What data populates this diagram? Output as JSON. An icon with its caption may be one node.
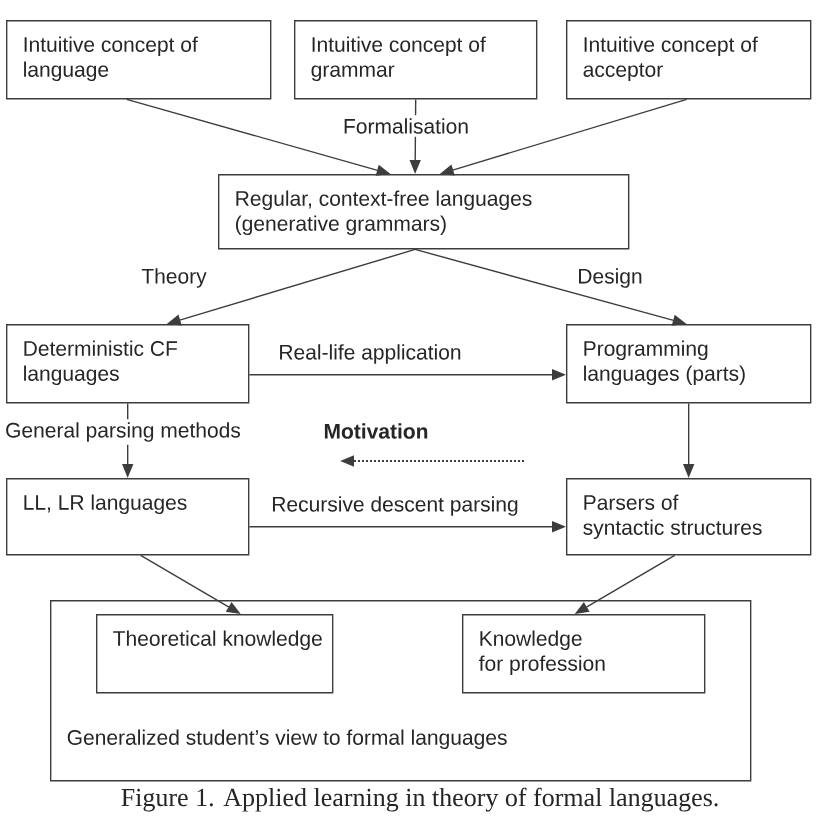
{
  "diagram": {
    "caption": "Figure 1. Applied learning in theory of formal languages.",
    "nodes": [
      {
        "text": [
          "Intuitive concept of language"
        ]
      },
      {
        "text": [
          "Intuitive concept of grammar"
        ]
      },
      {
        "text": [
          "Intuitive concept of acceptor"
        ]
      },
      {
        "text": [
          "Regular, context-free languages (generative grammars)"
        ]
      },
      {
        "text": [
          "Deterministic CF languages"
        ]
      },
      {
        "text": [
          "Programming languages (parts)"
        ]
      },
      {
        "text": [
          "LL, LR languages"
        ]
      },
      {
        "text": [
          "Parsers of syntactic structures"
        ]
      },
      {
        "text": [
          "Generalized student’s view to formal languages"
        ]
      },
      {
        "text": [
          "Theoretical knowledge"
        ],
        "in": 8
      },
      {
        "text": [
          "Knowledge for profession"
        ],
        "in": 8
      }
    ],
    "edges": [
      {
        "from": 0,
        "to": 3,
        "arrow": "to"
      },
      {
        "from": 1,
        "to": 3,
        "arrow": "to",
        "label": "Formalisation"
      },
      {
        "from": 2,
        "to": 3,
        "arrow": "to"
      },
      {
        "from": 3,
        "to": 4,
        "arrow": "to",
        "label": "Theory"
      },
      {
        "from": 3,
        "to": 5,
        "arrow": "to",
        "label": "Design"
      },
      {
        "from": 4,
        "to": 5,
        "arrow": "to",
        "label": "Real-life application"
      },
      {
        "from": 4,
        "to": 6,
        "arrow": "to",
        "label": "General parsing methods"
      },
      {
        "from": 5,
        "to": 7,
        "arrow": "to"
      },
      {
        "from": 6,
        "to": 7,
        "arrow": "to",
        "label": "Recursive descent parsing"
      },
      {
        "from": 6,
        "to": 9,
        "arrow": "to"
      },
      {
        "from": 7,
        "to": 10,
        "arrow": "to"
      }
    ],
    "labels": [
      "Motivation"
    ]
  }
}
